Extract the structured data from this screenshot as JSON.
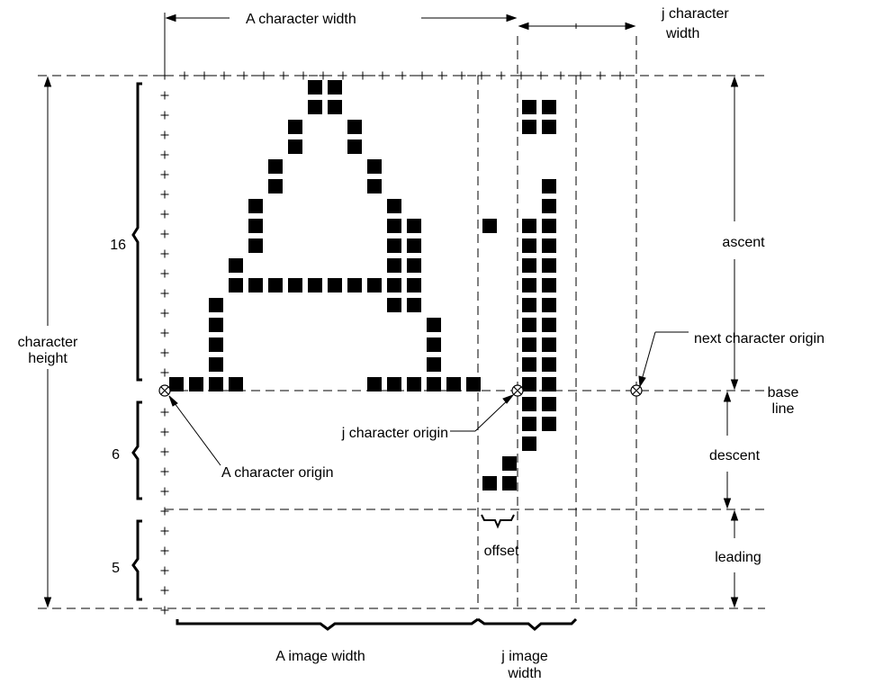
{
  "labels": {
    "a_char_width_prefix": "A",
    "a_char_width_suffix": " character width",
    "j_char_width_prefix": "j",
    "j_char_width_line1": " character",
    "j_char_width_line2": "width",
    "count_ascent": "16",
    "count_descent": "6",
    "count_leading": "5",
    "char_height_line1": "character",
    "char_height_line2": "height",
    "ascent": "ascent",
    "descent": "descent",
    "leading": "leading",
    "base_line_1": "base",
    "base_line_2": "line",
    "next_origin": "next character origin",
    "j_origin_prefix": "j",
    "j_origin_suffix": " character origin",
    "a_origin_prefix": "A",
    "a_origin_suffix": " character origin",
    "offset": "offset",
    "a_image_width_prefix": "A",
    "a_image_width_suffix": " image width",
    "j_image_width_prefix": "j",
    "j_image_width_line1": " image",
    "j_image_width_line2": "width"
  },
  "glyphs": {
    "A": [
      "       ##       ",
      "       ##       ",
      "      #  #      ",
      "      #  #      ",
      "     #    #     ",
      "     #    #     ",
      "    #      #    ",
      "    #      ##   ",
      "    #      ##   ",
      "   #       ##   ",
      "   ##########   ",
      "  #        ##   ",
      "  #          #  ",
      "  #          #  ",
      "  #          #  ",
      "####      ######"
    ],
    "j": [
      "    ",
      "  ##",
      "  ##",
      "    ",
      "    ",
      "   #",
      "   #",
      "# ##",
      "  ##",
      "  ##",
      "  ##",
      "  ##",
      "  ##",
      "  ##",
      "  ##",
      "  ##",
      "  ##",
      "  ##",
      "  # ",
      " #  ",
      "##  "
    ]
  }
}
